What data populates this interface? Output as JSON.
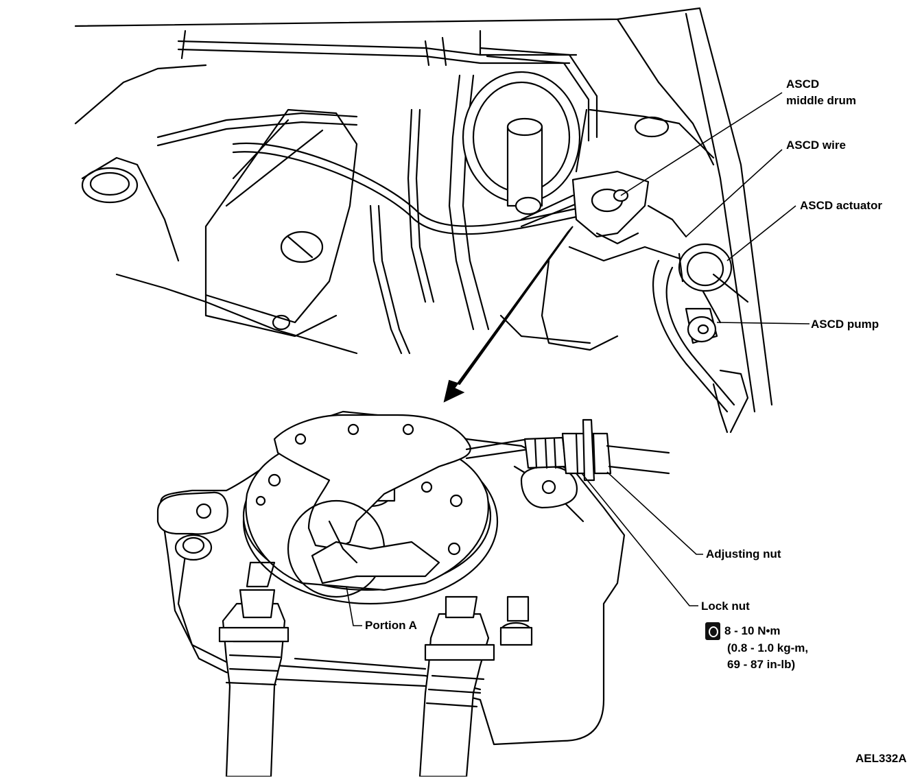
{
  "callouts": {
    "middle_drum": "ASCD\nmiddle drum",
    "wire": "ASCD wire",
    "actuator": "ASCD actuator",
    "pump": "ASCD pump",
    "adjusting_nut": "Adjusting nut",
    "lock_nut": "Lock nut",
    "portion_a": "Portion A"
  },
  "torque": {
    "value": "8 - 10 N•m",
    "kgm": "(0.8 - 1.0 kg-m,",
    "inlb": "69 - 87 in-lb)"
  },
  "figure_code": "AEL332A"
}
